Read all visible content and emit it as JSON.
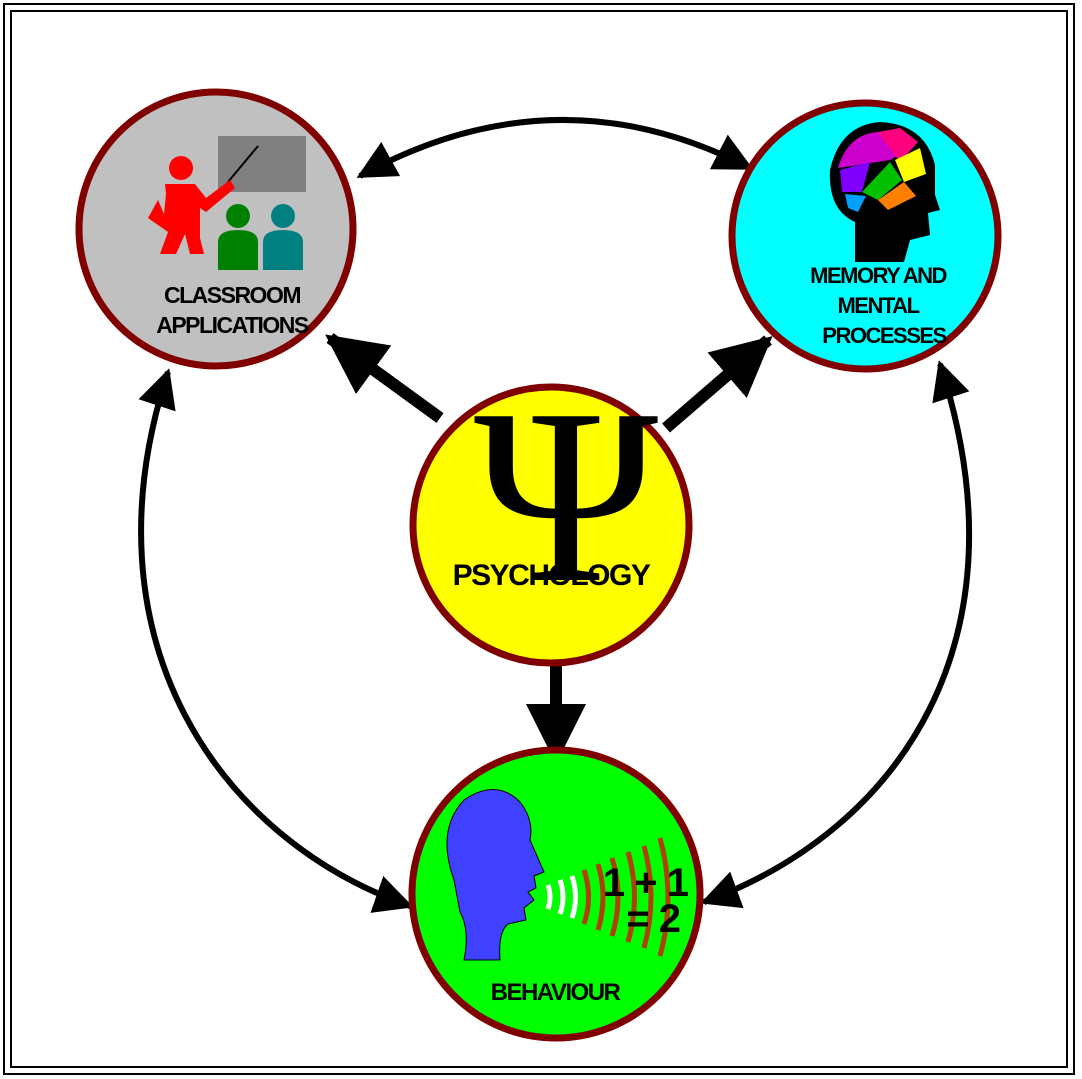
{
  "nodes": {
    "center": {
      "label": "PSYCHOLOGY",
      "symbol": "Ψ",
      "color": "#ffff00"
    },
    "classroom": {
      "label_line1": "CLASSROOM",
      "label_line2": "APPLICATIONS",
      "color": "#c0c0c0"
    },
    "memory": {
      "label_line1": "MEMORY AND",
      "label_line2": "MENTAL",
      "label_line3": "PROCESSES",
      "color": "#00ffff"
    },
    "behaviour": {
      "label": "BEHAVIOUR",
      "color": "#00ff00",
      "equation_line1": "1 + 1",
      "equation_line2": "= 2"
    }
  },
  "colors": {
    "ring": "#800000",
    "arrow": "#000000",
    "teacher": "#ff0000",
    "board": "#808080",
    "student1": "#008000",
    "student2": "#008080",
    "head": "#4040ff"
  }
}
